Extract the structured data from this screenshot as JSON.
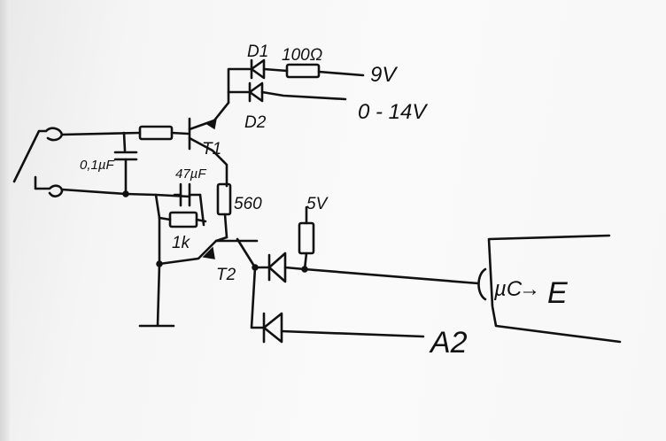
{
  "labels": {
    "d1": "D1",
    "d2": "D2",
    "r_100": "100Ω",
    "v9": "9V",
    "v0_14": "0 - 14V",
    "t1": "T1",
    "t2": "T2",
    "c_01": "0,1µF",
    "c_47": "47µF",
    "r_560": "560",
    "r_1k": "1k",
    "v5": "5V",
    "uc": "µC",
    "arrow": "→",
    "e": "E",
    "a2": "A2"
  },
  "colors": {
    "ink": "#111111",
    "board": "#f7f7f7"
  }
}
